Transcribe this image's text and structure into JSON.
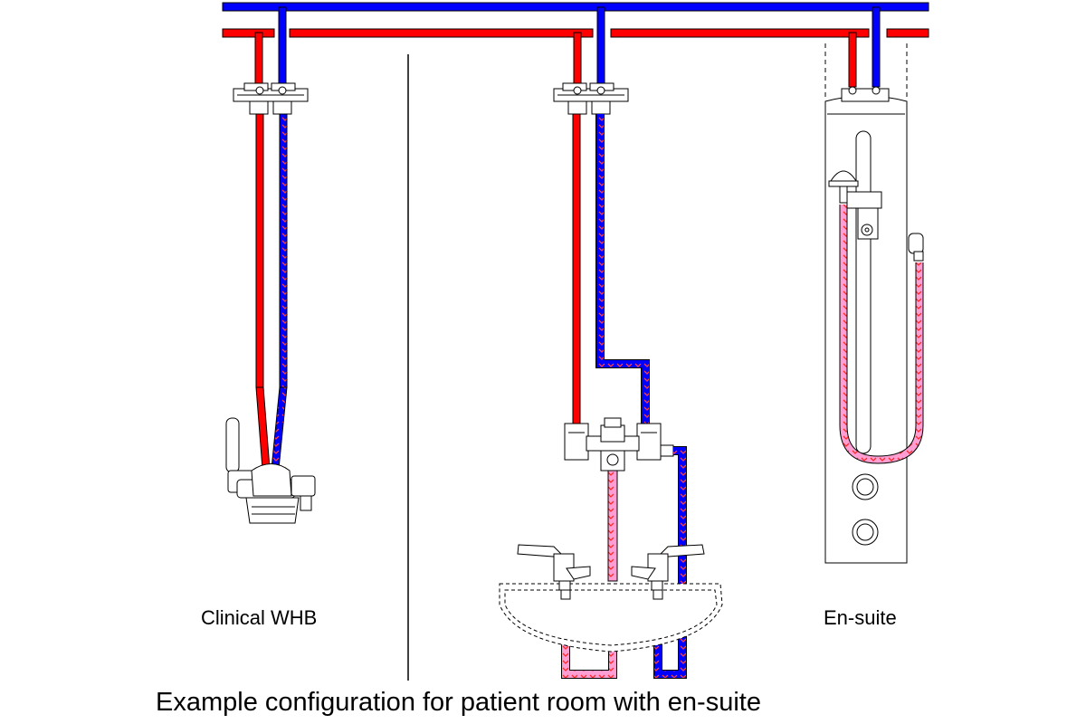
{
  "labels": {
    "clinical_whb": "Clinical WHB",
    "en_suite": "En-suite"
  },
  "caption": "Example configuration for patient room with en-suite",
  "colors": {
    "hot": "#ff0000",
    "cold": "#0000ff",
    "mixed": "#ff88cc",
    "outline": "#000000"
  },
  "icons": [
    "isolation-valve-icon",
    "thermostatic-mixing-valve-icon",
    "lever-tap-icon",
    "shower-head-icon",
    "basin-icon",
    "shower-panel-icon"
  ]
}
